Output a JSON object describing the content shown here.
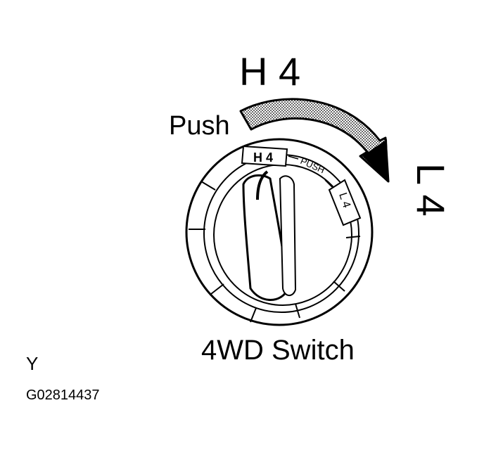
{
  "diagram": {
    "arrow_start_label": "H 4",
    "arrow_end_label": "L 4",
    "push_label": "Push",
    "dial": {
      "h4_tab": "H 4",
      "push_tab": "PUSH",
      "l4_tab": "L 4"
    },
    "caption": "4WD Switch",
    "side_mark": "Y",
    "figure_id": "G02814437"
  }
}
